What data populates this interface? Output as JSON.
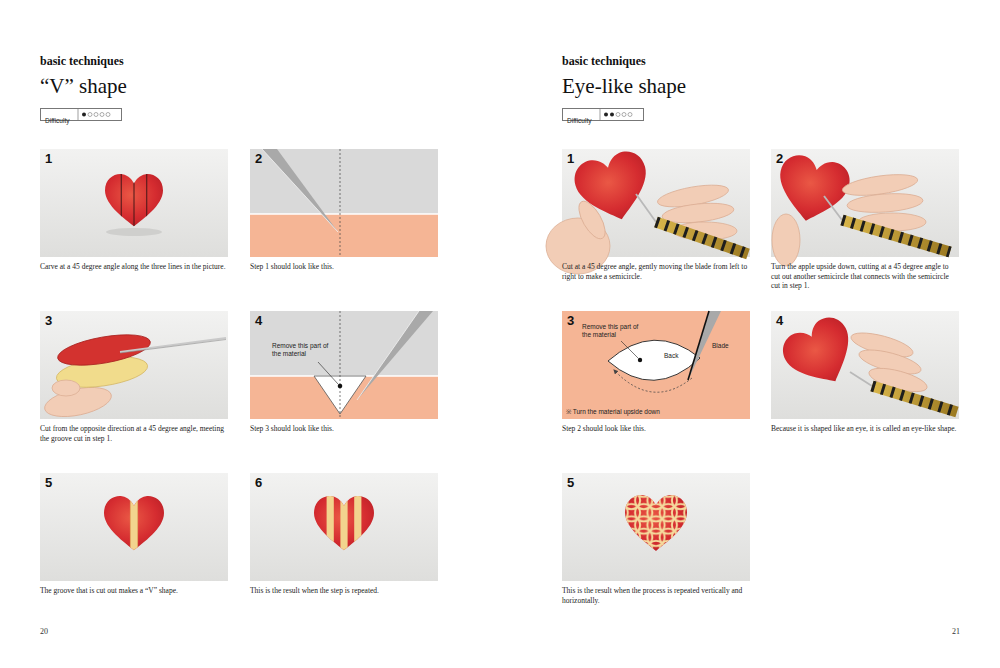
{
  "diagram": {
    "nodes": [
      {
        "text": [
          "Difficulty"
        ]
      },
      {
        "text": [
          "1",
          "Carve at a 45 degree angle along the three lines in the picture."
        ]
      },
      {
        "text": [
          "2",
          "Step 1 should look like this."
        ]
      },
      {
        "text": [
          "3",
          "Cut from the opposite direction at a 45 degree angle, meeting the groove cut in step 1."
        ]
      },
      {
        "text": [
          "4",
          "Remove this part of the material",
          "Step 3 should look like this."
        ]
      },
      {
        "text": [
          "5",
          "The groove that is cut out makes a “V” shape."
        ]
      },
      {
        "text": [
          "6",
          "This is the result when the step is repeated."
        ]
      },
      {
        "text": [
          "Difficulty"
        ]
      },
      {
        "text": [
          "1",
          "Cut at a 45 degree angle, gently moving the blade from left to right to make a semicircle."
        ]
      },
      {
        "text": [
          "2",
          "Turn the apple upside down, cutting at a 45 degree angle to cut out another semicircle that connects with the semicircle cut in step 1."
        ]
      },
      {
        "text": [
          "3",
          "Remove this part of the material",
          "Back",
          "Blade",
          "※ Turn the material upside down",
          "Step 2 should look like this."
        ]
      },
      {
        "text": [
          "4",
          "Because it is shaped like an eye, it is called an eye-like shape."
        ]
      },
      {
        "text": [
          "5",
          "This is the result when the process is repeated vertically and horizontally."
        ]
      }
    ],
    "labels": [
      "basic techniques",
      "“V” shape",
      "basic techniques",
      "Eye-like shape",
      "20",
      "21"
    ]
  }
}
